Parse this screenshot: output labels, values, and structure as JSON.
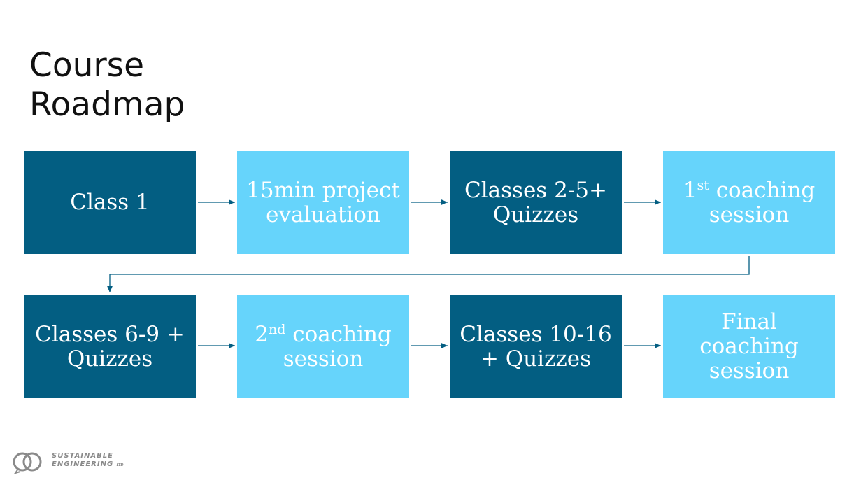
{
  "title": {
    "line1": "Course",
    "line2": "Roadmap"
  },
  "steps": [
    {
      "text": "Class 1",
      "sup": "",
      "after": ""
    },
    {
      "text": "15min project evaluation",
      "sup": "",
      "after": ""
    },
    {
      "text": "Classes 2-5+ Quizzes",
      "sup": "",
      "after": ""
    },
    {
      "text": "1",
      "sup": "st",
      "after": " coaching session"
    },
    {
      "text": "Classes 6-9 + Quizzes",
      "sup": "",
      "after": ""
    },
    {
      "text": "2",
      "sup": "nd",
      "after": " coaching session"
    },
    {
      "text": "Classes 10-16 + Quizzes",
      "sup": "",
      "after": ""
    },
    {
      "text": "Final coaching session",
      "sup": "",
      "after": ""
    }
  ],
  "logo": {
    "line1": "SUSTAINABLE",
    "line2": "ENGINEERING",
    "suffix": "LTD"
  },
  "colors": {
    "dark": "#035e82",
    "light": "#66d4fb",
    "arrow": "#035e82"
  }
}
